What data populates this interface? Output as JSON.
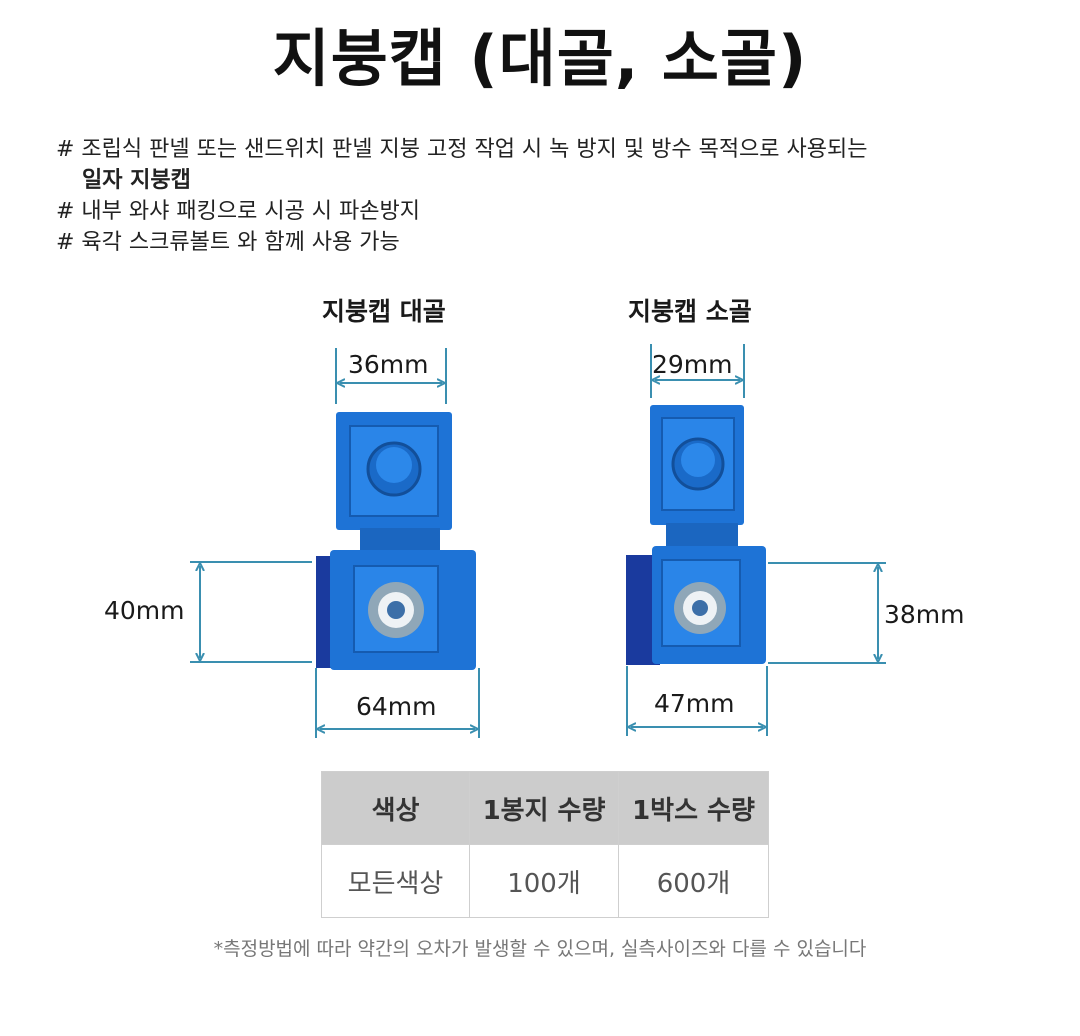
{
  "title": "지붕캡 (대골, 소골)",
  "description": {
    "line1": "# 조립식 판넬 또는 샌드위치 판넬 지붕 고정 작업 시 녹 방지 및 방수 목적으로 사용되는",
    "line1_cont": "일자 지붕캡",
    "line2": "# 내부 와샤 패킹으로 시공 시 파손방지",
    "line3": "# 육각 스크류볼트 와 함께 사용 가능"
  },
  "products": {
    "large": {
      "label": "지붕캡 대골",
      "width_top": "36mm",
      "height": "40mm",
      "width_bottom": "64mm"
    },
    "small": {
      "label": "지붕캡 소골",
      "width_top": "29mm",
      "height": "38mm",
      "width_bottom": "47mm"
    }
  },
  "table": {
    "headers": [
      "색상",
      "1봉지 수량",
      "1박스 수량"
    ],
    "rows": [
      [
        "모든색상",
        "100개",
        "600개"
      ]
    ]
  },
  "note": "*측정방법에 따라 약간의 오차가 발생할 수 있으며, 실측사이즈와 다를 수 있습니다",
  "colors": {
    "cap_blue": "#1e73d6",
    "cap_dark": "#1a3a9e",
    "dim_line": "#3a8fb0",
    "header_gray": "#cccccc"
  }
}
